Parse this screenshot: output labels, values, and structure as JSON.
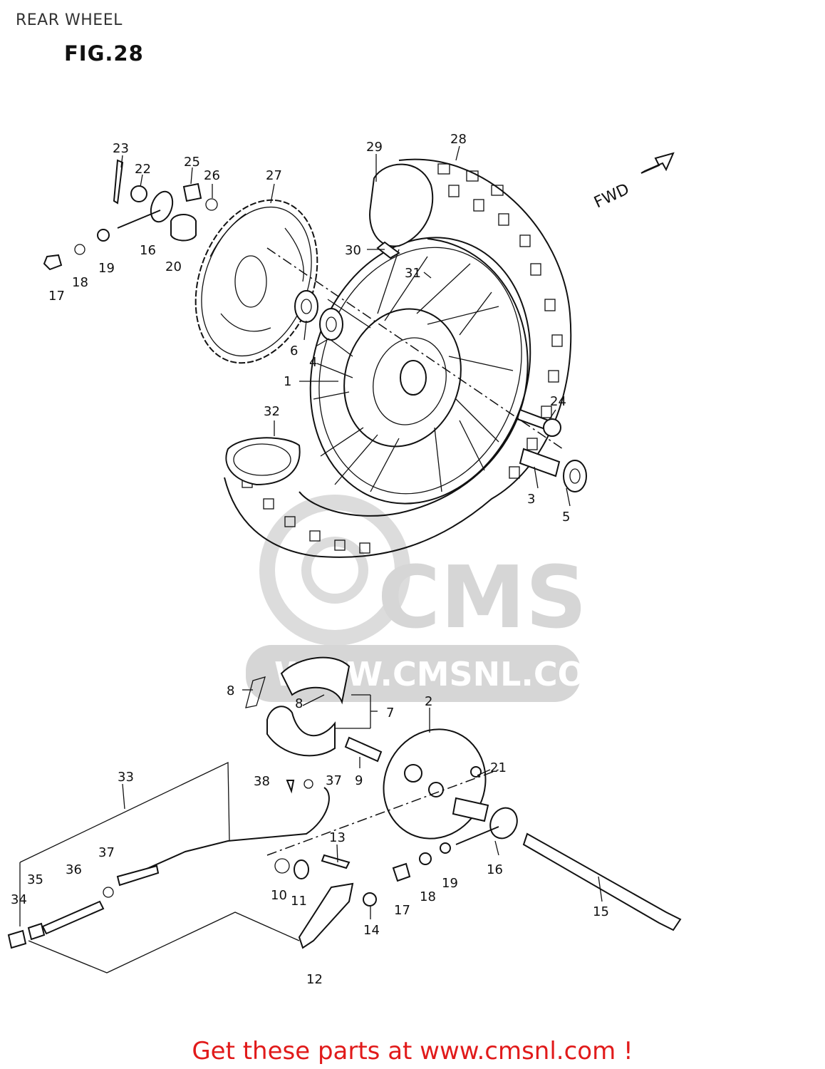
{
  "header": {
    "title": "REAR WHEEL",
    "figure": "FIG.28"
  },
  "direction_label": "FWD",
  "watermark": {
    "brand": "CMS",
    "url": "WWW.CMSNL.COM"
  },
  "callouts": {
    "c1": "1",
    "c2": "2",
    "c3": "3",
    "c4": "4",
    "c5": "5",
    "c6": "6",
    "c7": "7",
    "c8a": "8",
    "c8b": "8",
    "c9": "9",
    "c10": "10",
    "c11": "11",
    "c12": "12",
    "c13": "13",
    "c14": "14",
    "c15": "15",
    "c16a": "16",
    "c16b": "16",
    "c17a": "17",
    "c17b": "17",
    "c18a": "18",
    "c18b": "18",
    "c19a": "19",
    "c19b": "19",
    "c20": "20",
    "c21": "21",
    "c22": "22",
    "c23": "23",
    "c24": "24",
    "c25": "25",
    "c26": "26",
    "c27": "27",
    "c28": "28",
    "c29": "29",
    "c30": "30",
    "c31": "31",
    "c32": "32",
    "c33": "33",
    "c34": "34",
    "c35": "35",
    "c36": "36",
    "c37a": "37",
    "c37b": "37",
    "c38": "38"
  },
  "footer": {
    "link_text": "Get these parts at www.cmsnl.com !"
  },
  "colors": {
    "line": "#111111",
    "watermark": "#d6d6d6",
    "footer_link": "#e11a1a"
  }
}
